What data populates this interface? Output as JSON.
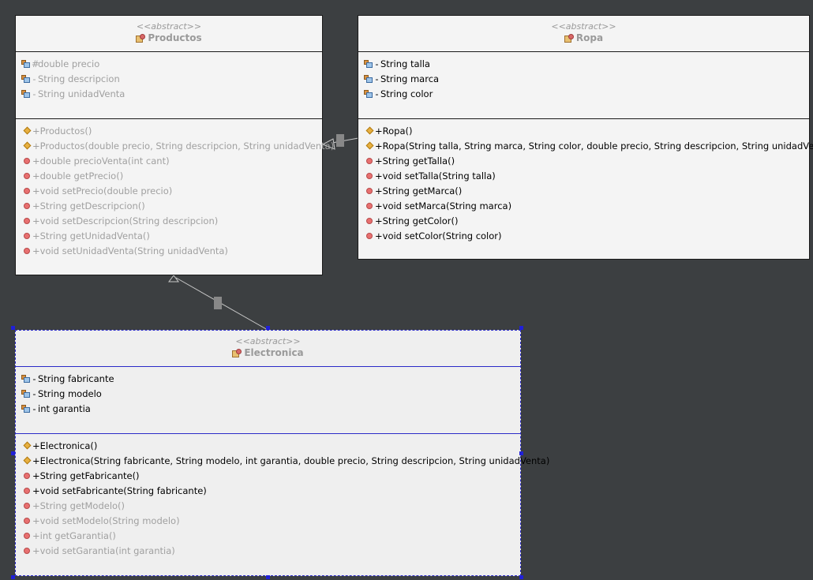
{
  "classes": {
    "productos": {
      "stereotype": "<<abstract>>",
      "name": "Productos",
      "fields": [
        {
          "vis": "#",
          "text": "double precio"
        },
        {
          "vis": "-",
          "text": "String descripcion"
        },
        {
          "vis": "-",
          "text": "String unidadVenta"
        }
      ],
      "methods": [
        {
          "kind": "constructor",
          "text": "+Productos()"
        },
        {
          "kind": "constructor",
          "text": "+Productos(double precio, String descripcion, String unidadVenta)"
        },
        {
          "kind": "method",
          "text": "+double precioVenta(int cant)"
        },
        {
          "kind": "method",
          "text": "+double getPrecio()"
        },
        {
          "kind": "method",
          "text": "+void setPrecio(double precio)"
        },
        {
          "kind": "method",
          "text": "+String getDescripcion()"
        },
        {
          "kind": "method",
          "text": "+void setDescripcion(String descripcion)"
        },
        {
          "kind": "method",
          "text": "+String getUnidadVenta()"
        },
        {
          "kind": "method",
          "text": "+void setUnidadVenta(String unidadVenta)"
        }
      ]
    },
    "ropa": {
      "stereotype": "<<abstract>>",
      "name": "Ropa",
      "fields": [
        {
          "vis": "-",
          "text": "String talla"
        },
        {
          "vis": "-",
          "text": "String marca"
        },
        {
          "vis": "-",
          "text": "String color"
        }
      ],
      "methods": [
        {
          "kind": "constructor",
          "text": "+Ropa()"
        },
        {
          "kind": "constructor",
          "text": "+Ropa(String talla, String marca, String color, double precio, String descripcion, String unidadVenta)"
        },
        {
          "kind": "method",
          "text": "+String getTalla()"
        },
        {
          "kind": "method",
          "text": "+void setTalla(String talla)"
        },
        {
          "kind": "method",
          "text": "+String getMarca()"
        },
        {
          "kind": "method",
          "text": "+void setMarca(String marca)"
        },
        {
          "kind": "method",
          "text": "+String getColor()"
        },
        {
          "kind": "method",
          "text": "+void setColor(String color)"
        }
      ]
    },
    "electronica": {
      "stereotype": "<<abstract>>",
      "name": "Electronica",
      "fields": [
        {
          "vis": "-",
          "text": "String fabricante"
        },
        {
          "vis": "-",
          "text": "String modelo"
        },
        {
          "vis": "-",
          "text": "int garantia"
        }
      ],
      "methods": [
        {
          "kind": "constructor",
          "text": "+Electronica()",
          "dim": false
        },
        {
          "kind": "constructor",
          "text": "+Electronica(String fabricante, String modelo, int garantia, double precio, String descripcion, String unidadVenta)",
          "dim": false
        },
        {
          "kind": "method",
          "text": "+String getFabricante()",
          "dim": false
        },
        {
          "kind": "method",
          "text": "+void setFabricante(String fabricante)",
          "dim": false
        },
        {
          "kind": "method",
          "text": "+String getModelo()",
          "dim": true
        },
        {
          "kind": "method",
          "text": "+void setModelo(String modelo)",
          "dim": true
        },
        {
          "kind": "method",
          "text": "+int getGarantia()",
          "dim": true
        },
        {
          "kind": "method",
          "text": "+void setGarantia(int garantia)",
          "dim": true
        }
      ]
    }
  },
  "colors": {
    "canvas": "#3c3f41",
    "selection": "#2020d8"
  }
}
